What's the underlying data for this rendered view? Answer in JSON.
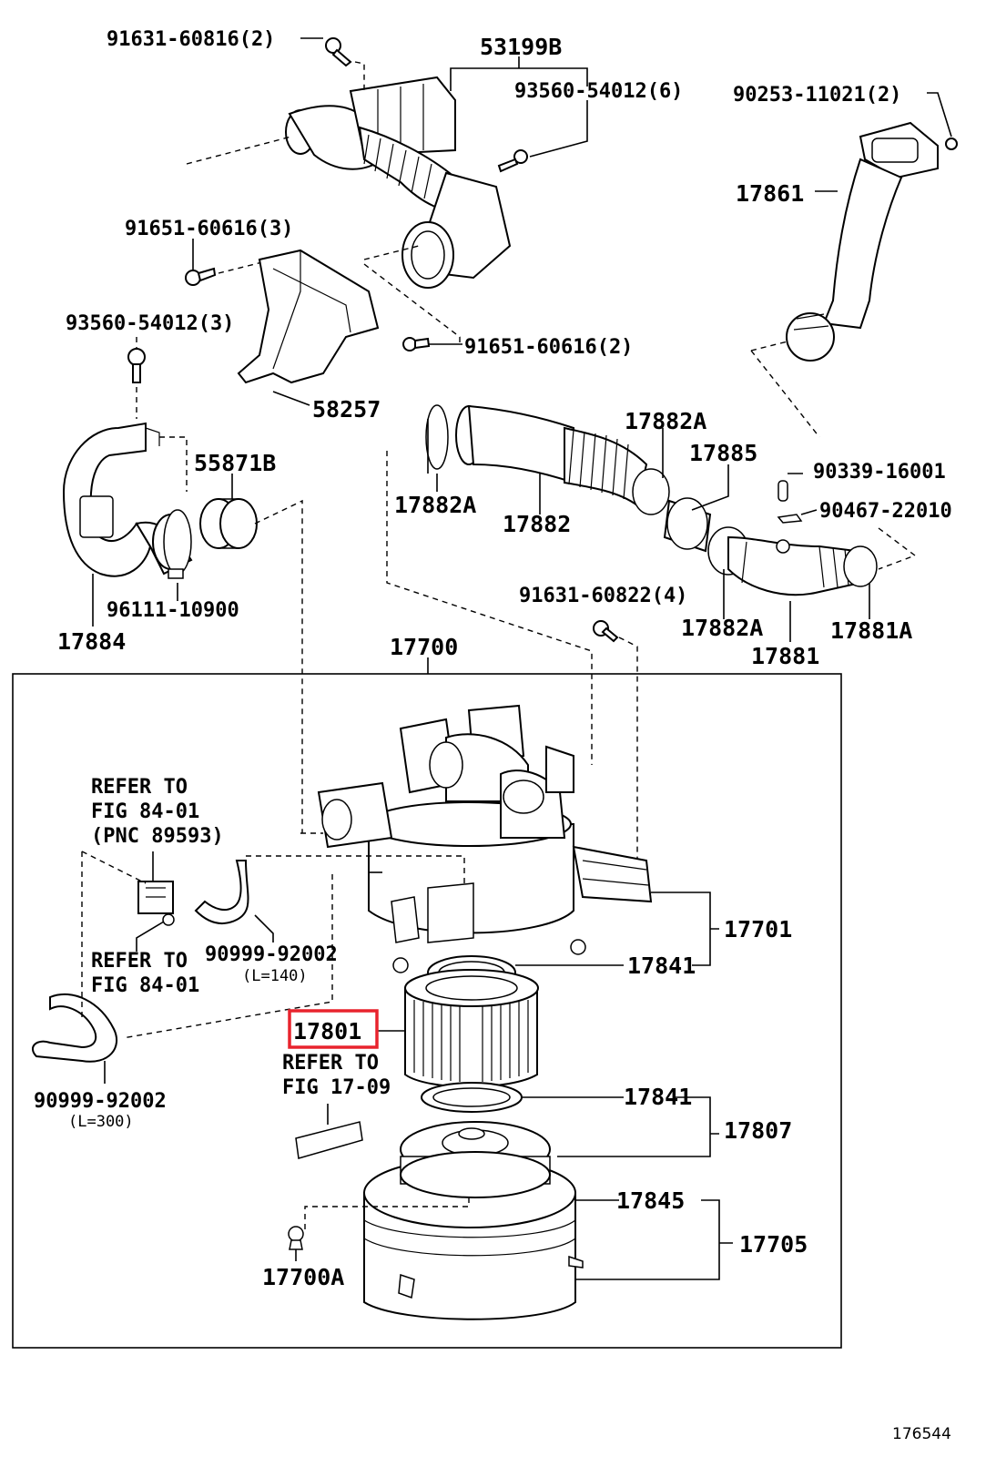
{
  "labels": {
    "p91631_60816": "91631-60816(2)",
    "p53199B": "53199B",
    "p93560_54012_6": "93560-54012(6)",
    "p90253_11021": "90253-11021(2)",
    "p17861": "17861",
    "p91651_60616_3": "91651-60616(3)",
    "p93560_54012_3": "93560-54012(3)",
    "p91651_60616_2": "91651-60616(2)",
    "p58257": "58257",
    "p55871B": "55871B",
    "p17882A_top": "17882A",
    "p17885": "17885",
    "p90339_16001": "90339-16001",
    "p90467_22010": "90467-22010",
    "p17882A_left": "17882A",
    "p17882": "17882",
    "p96111_10900": "96111-10900",
    "p17884": "17884",
    "p91631_60822": "91631-60822(4)",
    "p17882A_right": "17882A",
    "p17881A": "17881A",
    "p17881": "17881",
    "p17700": "17700",
    "p17701": "17701",
    "p17841_top": "17841",
    "p90999_92002_a": "90999-92002",
    "p90999_92002_a_len": "(L=140)",
    "p17801": "17801",
    "p17841_bot": "17841",
    "p17807": "17807",
    "p90999_92002_b": "90999-92002",
    "p90999_92002_b_len": "(L=300)",
    "p17845": "17845",
    "p17705": "17705",
    "p17700A": "17700A",
    "drawing_number": "176544"
  },
  "refs": {
    "ref1_l1": "REFER TO",
    "ref1_l2": "FIG 84-01",
    "ref1_l3": "(PNC 89593)",
    "ref2_l1": "REFER TO",
    "ref2_l2": "FIG 84-01",
    "ref3_l1": "REFER TO",
    "ref3_l2": "FIG 17-09"
  },
  "colors": {
    "highlight": "#e8232d",
    "ink": "#000000"
  }
}
